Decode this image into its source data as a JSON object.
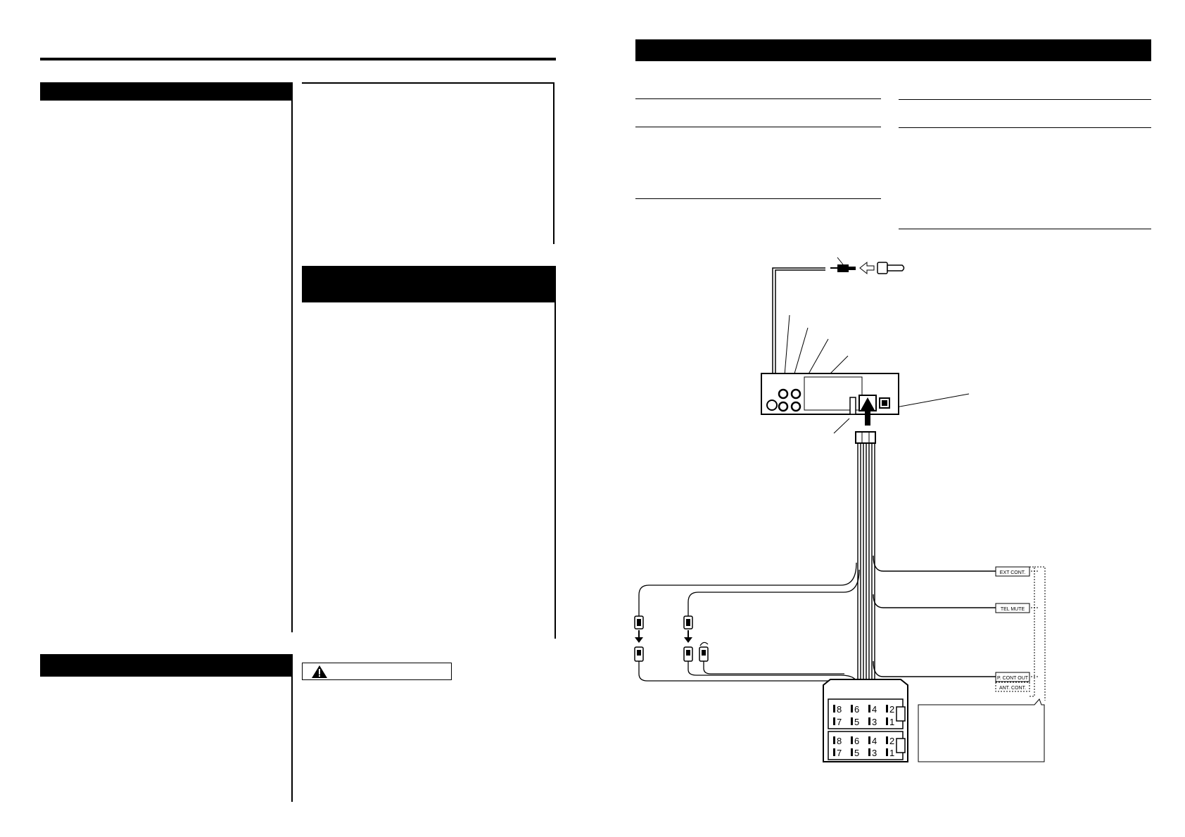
{
  "warning_label": "",
  "diagram": {
    "labels": {
      "ext_cont": "EXT CONT.",
      "tel_mute": "TEL MUTE",
      "p_cont_out": "P. CONT OUT",
      "ant_cont": "ANT. CONT."
    },
    "connector_top_row": [
      "8",
      "6",
      "4",
      "2"
    ],
    "connector_bottom_row": [
      "7",
      "5",
      "3",
      "1"
    ]
  },
  "colors": {
    "ink": "#000000",
    "paper": "#ffffff"
  }
}
